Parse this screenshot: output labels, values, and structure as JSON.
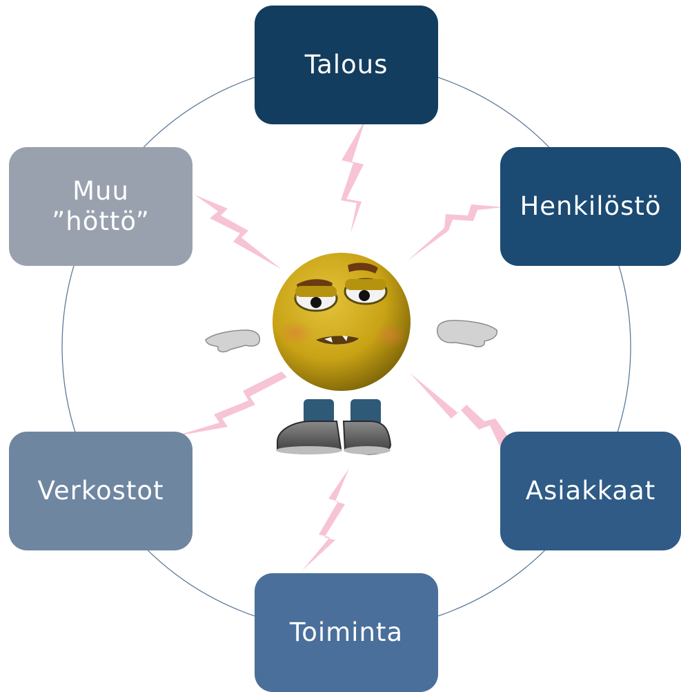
{
  "diagram": {
    "nodes": [
      {
        "id": "talous",
        "label": "Talous",
        "color": "#133d5e"
      },
      {
        "id": "henkilosto",
        "label": "Henkilöstö",
        "color": "#1b4a72"
      },
      {
        "id": "asiakkaat",
        "label": "Asiakkaat",
        "color": "#2f5b86"
      },
      {
        "id": "toiminta",
        "label": "Toiminta",
        "color": "#4a6f9a"
      },
      {
        "id": "verkostot",
        "label": "Verkostot",
        "color": "#6f86a1"
      },
      {
        "id": "hotto",
        "label": "Muu\n”höttö”",
        "color": "#9aa1ae"
      }
    ],
    "center_figure": "stressed-emoji-figure",
    "connector": "lightning-bolt",
    "colors": {
      "ring": "#5b7a99",
      "bolt": "#f7c4d5",
      "face": "#c9a315"
    }
  }
}
